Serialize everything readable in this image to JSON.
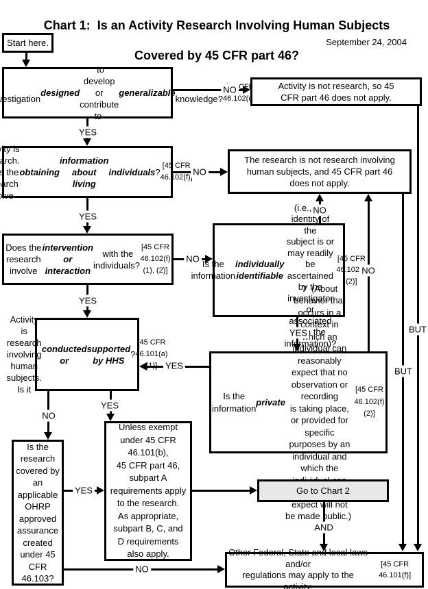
{
  "title": {
    "line1": "Chart 1:  Is an Activity Research Involving Human Subjects",
    "line2": "Covered by 45 CFR part 46?"
  },
  "date": "September 24, 2004",
  "nodes": {
    "start": "Start here.",
    "q1": "Is the activity a <b><i>systematic</i></b><br>investigation <b><i>designed</i></b> to develop or<br>contribute to <b><i>generalizable</i></b><br>knowledge? <span class=\"cite\">[45 CFR 46.102(d)]</span>",
    "not_research": "Activity is not research, so 45<br>CFR part 46 does not apply.",
    "q2": "Activity is research.  Does the<br>research involve <b><i>obtaining</i></b><br><b><i>information about living</i></b><br><b><i>individuals</i></b>? <span class=\"cite\">[45 CFR 46.102(f)]</span>",
    "rnr": "The research is not research involving<br>human subjects, and 45 CFR part 46<br>does not apply.",
    "q3": "Does the research involve<br><b><i>intervention or interaction</i></b> with the<br>individuals?<br><span class=\"cite\">[45 CFR 46.102(f)(1), (2)]</span>",
    "ii": "Is the information<br><b><i>individually identifiable</i></b><br>(i.e., the identity of the<br>subject is or may readily be<br>ascertained by the<br>investigator or associated<br>with the information)?<br><span class=\"cite\">[45 CFR 46.102(f)(2)]</span>",
    "hhs": "Activity is research<br>involving human<br>subjects.  Is it<br><b><i>conducted or</i></b><br><b><i>supported by HHS</i></b>?<br><span class=\"cite\">[45 CFR 46.101(a)(1)]</span>",
    "private": "Is the information <b><i>private</i></b>?  (About<br>behavior that occurs in a context in<br>which an individual can reasonably<br>expect that no observation or recording<br>is taking place, or provided for specific<br>purposes by an individual and which the<br>individual can reasonably expect will not<br>be made public.) <span class=\"cite\">[45 CFR 46.102(f)(2)]</span>",
    "assurance": "Is the<br>research<br>covered by<br>an<br>applicable<br>OHRP<br>approved<br>assurance<br>created<br>under 45<br>CFR<br>46.103?",
    "exempt": "Unless exempt<br>under 45 CFR<br>46.101(b),<br>45 CFR part 46,<br>subpart A<br>requirements apply<br>to the research.<br>As appropriate,<br>subpart B, C, and<br>D requirements<br>also apply.",
    "chart2": "Go to Chart 2",
    "other_laws": "Other Federal, State and local laws and/or<br>regulations may apply to the activity.<br><span class=\"cite\">[45 CFR 46.101(f)]</span>"
  },
  "labels": {
    "q1_no": "NO",
    "q1_yes": "YES",
    "q2_no": "NO",
    "q2_yes": "YES",
    "q3_no": "NO",
    "q3_yes": "YES",
    "ii_no": "NO",
    "ii_yes": "YES",
    "priv_no": "NO",
    "priv_yes": "YES",
    "hhs_no": "NO",
    "hhs_yes": "YES",
    "assur_yes": "YES",
    "assur_no": "NO",
    "and": "AND",
    "but_top": "BUT",
    "but_mid": "BUT"
  },
  "colors": {
    "line": "#000000",
    "box_background": "#ffffff",
    "chart2_fill": "#e8e8e8",
    "text": "#000000"
  }
}
